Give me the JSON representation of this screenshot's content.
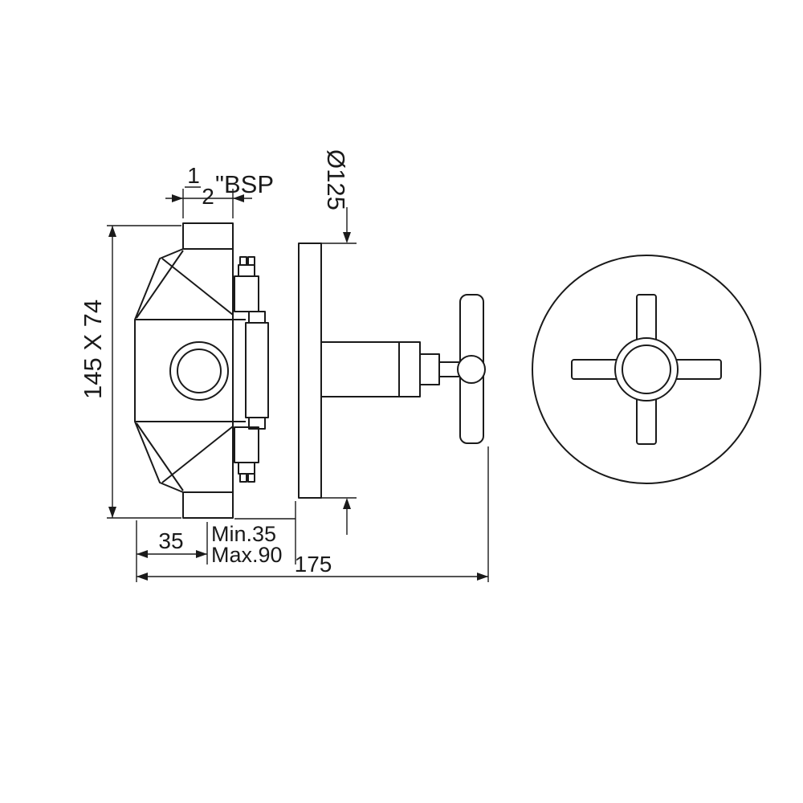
{
  "meta": {
    "background": "#ffffff",
    "line_color": "#1a1a1a"
  },
  "labels": {
    "thread_numerator": "1",
    "thread_denominator": "2",
    "thread_size": "\"BSP",
    "flange_diameter": "Ø125",
    "body_dimensions": "145 X 74",
    "wall_to_body": "35",
    "min_depth": "Min.35",
    "max_depth": "Max.90",
    "overall_length": "175"
  }
}
